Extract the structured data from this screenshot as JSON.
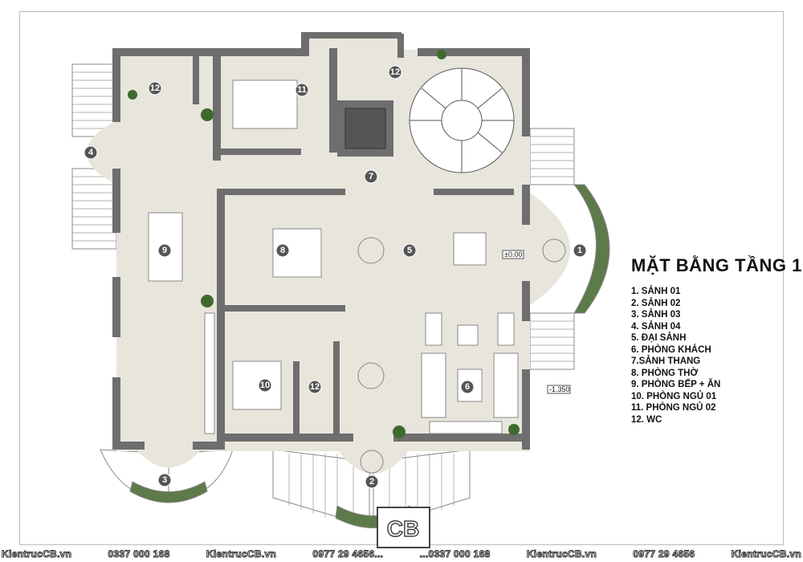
{
  "title": "MẶT BẰNG TẦNG 1",
  "legend": [
    "1. SẢNH 01",
    "2. SẢNH 02",
    "3. SẢNH 03",
    "4. SẢNH 04",
    "5. ĐẠI SẢNH",
    "6. PHÒNG KHÁCH",
    "7.SẢNH THANG",
    "8. PHÒNG THỜ",
    "9. PHÒNG BẾP + ĂN",
    "10. PHÒNG NGỦ 01",
    "11. PHÒNG NGỦ 02",
    "12. WC"
  ],
  "room_numbers": [
    "1",
    "2",
    "3",
    "4",
    "5",
    "6",
    "7",
    "8",
    "9",
    "10",
    "11",
    "12",
    "12",
    "12"
  ],
  "levels": {
    "main": "±0.00",
    "outside": "-1.350"
  },
  "logo": "CB",
  "footer": [
    "KientrucCB.vn",
    "0337 000 168",
    "KientrucCB.vn",
    "0977 29 4656...",
    "...0337 000 168",
    "KientrucCB.vn",
    "0977 29 4656",
    "KientrucCB.vn"
  ],
  "colors": {
    "floor": "#e8e5dc",
    "wall": "#6e6e6e",
    "marker": "#555555",
    "garden": "#5d7a4a"
  }
}
